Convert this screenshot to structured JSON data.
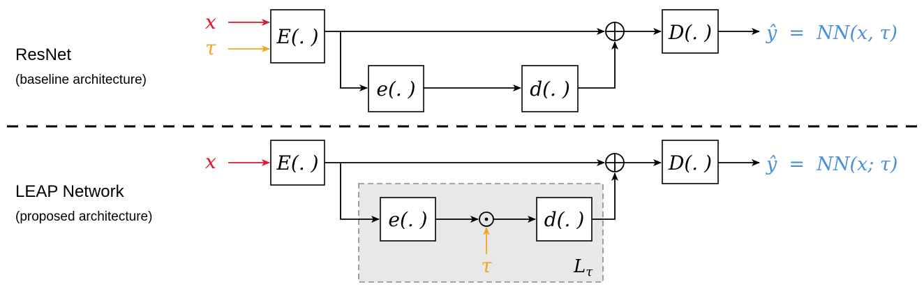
{
  "colors": {
    "x_input": "#e0182d",
    "tau_input": "#f3a524",
    "output": "#4a90d9",
    "lt_region_fill": "#e8e8e8",
    "lt_region_border": "#8a8a8a"
  },
  "resnet": {
    "name": "ResNet",
    "subtitle": "(baseline architecture)",
    "input_x": "x",
    "input_tau": "τ",
    "encoder": "E(. )",
    "inner_encoder": "e(. )",
    "inner_decoder": "d(. )",
    "sum_symbol": "+",
    "decoder": "D(. )",
    "output": "ŷ  =  NN(x, τ)"
  },
  "separator": "dashed",
  "leap": {
    "name": "LEAP Network",
    "subtitle": "(proposed architecture)",
    "input_x": "x",
    "encoder": "E(. )",
    "inner_encoder": "e(. )",
    "modulation_symbol": "⊙",
    "inner_decoder": "d(. )",
    "tau": "τ",
    "region_label": "Lτ",
    "sum_symbol": "+",
    "decoder": "D(. )",
    "output": "ŷ  =  NN(x; τ)"
  }
}
